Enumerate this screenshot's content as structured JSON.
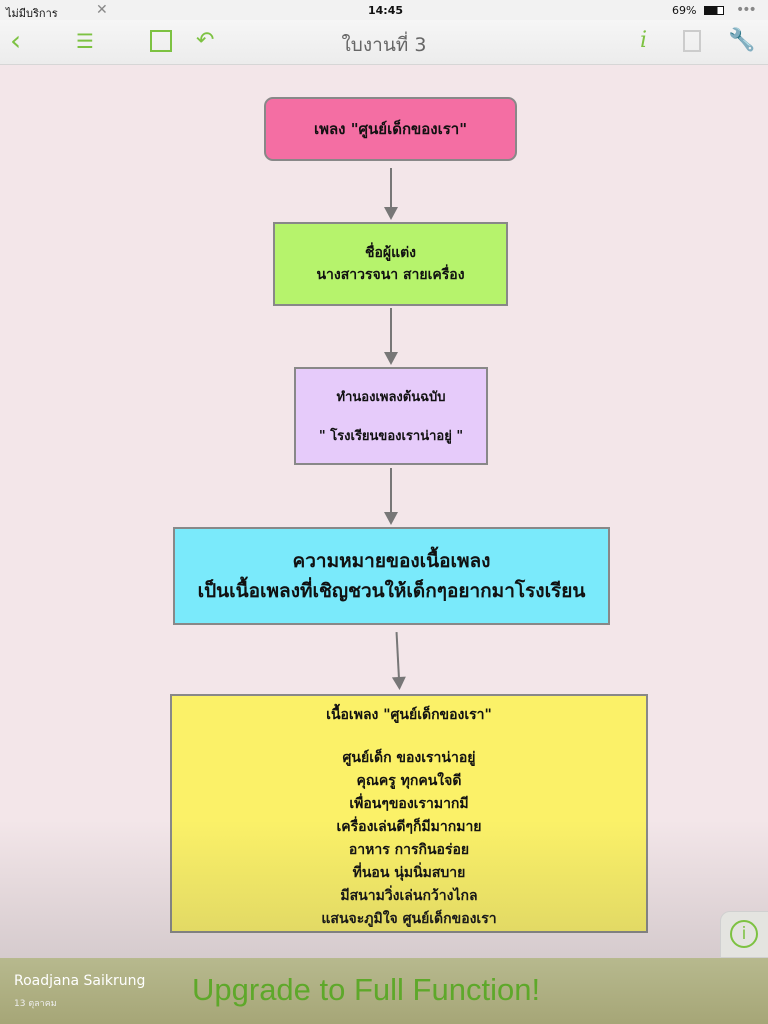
{
  "status": {
    "carrier": "ไม่มีบริการ",
    "time": "14:45",
    "battery": "69%"
  },
  "toolbar": {
    "title": "ใบงานที่ 3"
  },
  "flow": {
    "box1": "เพลง \"ศูนย์เด็กของเรา\"",
    "box2": [
      "ชื่อผู้แต่ง",
      "นางสาวรจนา  สายเครื่อง"
    ],
    "box3": [
      "ทำนองเพลงต้นฉบับ",
      "\" โรงเรียนของเราน่าอยู่ \""
    ],
    "box4": [
      "ความหมายของเนื้อเพลง",
      "เป็นเนื้อเพลงที่เชิญชวนให้เด็กๆอยากมาโรงเรียน"
    ],
    "box5": {
      "title": "เนื้อเพลง \"ศูนย์เด็กของเรา\"",
      "lines": [
        "ศูนย์เด็ก ของเราน่าอยู่",
        "คุณครู ทุกคนใจดี",
        "เพื่อนๆของเรามากมี",
        "เครื่องเล่นดีๆก็มีมากมาย",
        "อาหาร การกินอร่อย",
        "ที่นอน นุ่มนิ่มสบาย",
        "มีสนามวิ่งเล่นกว้างไกล",
        "แสนจะภูมิใจ ศูนย์เด็กของเรา"
      ]
    }
  },
  "footer": {
    "author": "Roadjana Saikrung",
    "date": "13 ตุลาคม",
    "upgrade": "Upgrade to Full Function!"
  }
}
